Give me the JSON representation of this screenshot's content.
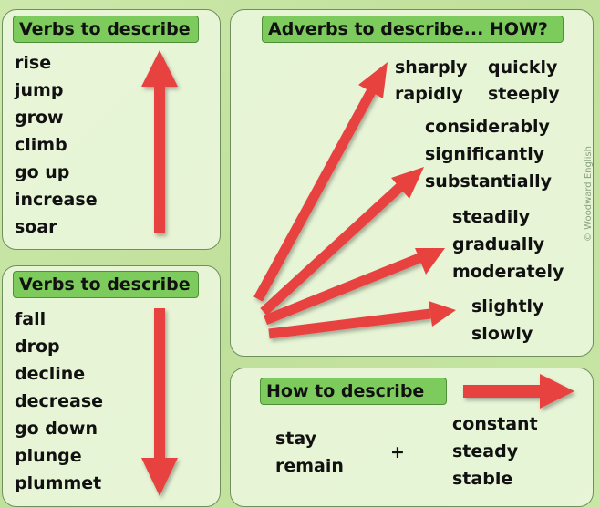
{
  "rise_panel": {
    "title": "Verbs to describe",
    "words": [
      "rise",
      "jump",
      "grow",
      "climb",
      "go up",
      "increase",
      "soar"
    ]
  },
  "fall_panel": {
    "title": "Verbs to describe",
    "words": [
      "fall",
      "drop",
      "decline",
      "decrease",
      "go down",
      "plunge",
      "plummet"
    ]
  },
  "adverbs_panel": {
    "title": "Adverbs to describe... HOW?",
    "groups": [
      [
        "sharply",
        "quickly",
        "rapidly",
        "steeply"
      ],
      [
        "considerably",
        "significantly",
        "substantially"
      ],
      [
        "steadily",
        "gradually",
        "moderately"
      ],
      [
        "slightly",
        "slowly"
      ]
    ]
  },
  "stable_panel": {
    "title": "How to describe",
    "verbs": [
      "stay",
      "remain"
    ],
    "plus": "+",
    "adjectives": [
      "constant",
      "steady",
      "stable"
    ]
  },
  "copyright": "© Woodward English",
  "watermark": "Woodward ENGLISH",
  "colors": {
    "arrow": "#e8423f",
    "label": "#7ccb5c"
  }
}
